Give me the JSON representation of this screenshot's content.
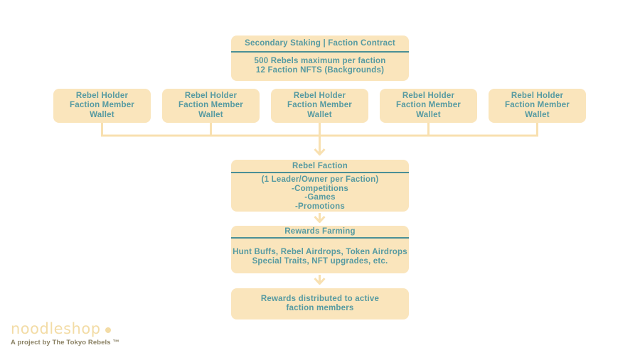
{
  "colors": {
    "box_fill": "#FAE5BC",
    "connector_line": "#F8E0B0",
    "text_teal": "#569AA1",
    "header_divider": "#4A8F96",
    "logo_peach": "#F3DCA6",
    "tagline_olive": "#8A8164",
    "background": "#FFFFFF"
  },
  "flowchart": {
    "contract": {
      "title": "Secondary Staking | Faction Contract",
      "lines": [
        "500 Rebels maximum per faction",
        "12 Faction NFTS (Backgrounds)"
      ]
    },
    "members": [
      {
        "lines": [
          "Rebel Holder",
          "Faction Member",
          "Wallet"
        ]
      },
      {
        "lines": [
          "Rebel Holder",
          "Faction Member",
          "Wallet"
        ]
      },
      {
        "lines": [
          "Rebel Holder",
          "Faction Member",
          "Wallet"
        ]
      },
      {
        "lines": [
          "Rebel Holder",
          "Faction Member",
          "Wallet"
        ]
      },
      {
        "lines": [
          "Rebel Holder",
          "Faction Member",
          "Wallet"
        ]
      }
    ],
    "faction": {
      "title": "Rebel Faction",
      "lines": [
        "(1 Leader/Owner per Faction)",
        "-Competitions",
        "-Games",
        "-Promotions"
      ]
    },
    "rewards": {
      "title": "Rewards Farming",
      "lines": [
        "Hunt Buffs, Rebel Airdrops, Token Airdrops",
        "Special Traits, NFT upgrades, etc."
      ]
    },
    "distribution": {
      "lines": [
        "Rewards distributed to active",
        "faction members"
      ]
    }
  },
  "footer": {
    "logo_text": "noodleshop",
    "tagline": "A project by The Tokyo Rebels ™"
  }
}
